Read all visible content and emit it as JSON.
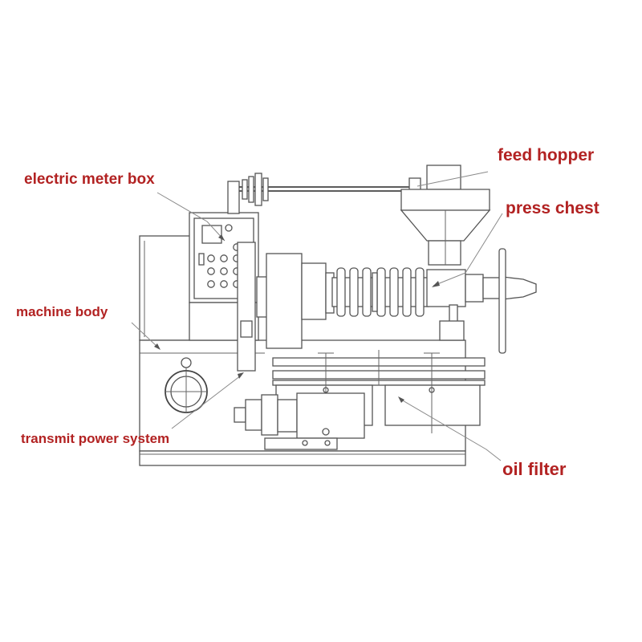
{
  "labels": {
    "feed_hopper": "feed hopper",
    "electric_meter_box": "electric meter box",
    "press_chest": "press chest",
    "machine_body": "machine body",
    "transmit_power_system": "transmit power system",
    "oil_filter": "oil filter"
  },
  "colors": {
    "label": "#b22222",
    "line": "#555555",
    "background": "#ffffff"
  }
}
